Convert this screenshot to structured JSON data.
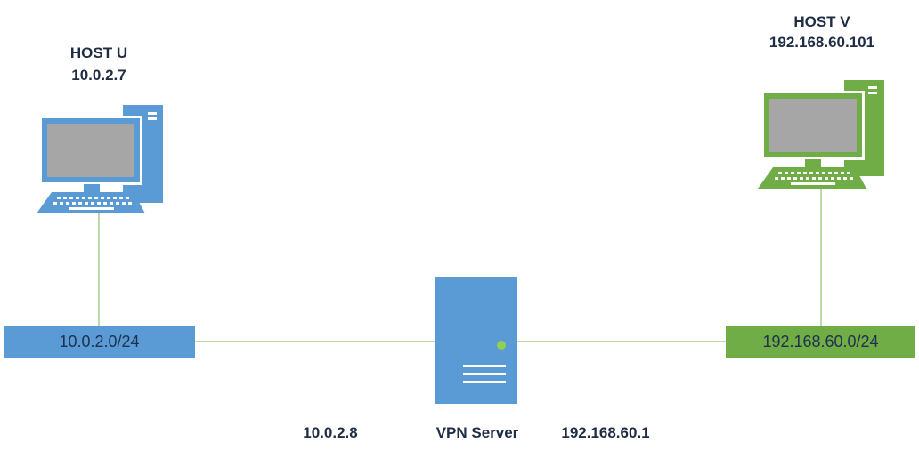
{
  "host_u": {
    "name": "HOST U",
    "ip": "10.0.2.7",
    "color": "#5b9bd5",
    "icon": "desktop-computer-icon"
  },
  "host_v": {
    "name": "HOST V",
    "ip": "192.168.60.101",
    "color": "#70ad47",
    "icon": "desktop-computer-icon"
  },
  "network_left": {
    "label": "10.0.2.0/24",
    "color": "#5b9bd5"
  },
  "network_right": {
    "label": "192.168.60.0/24",
    "color": "#70ad47"
  },
  "vpn_server": {
    "name": "VPN Server",
    "icon": "server-icon",
    "color": "#5b9bd5",
    "led_color": "#92d050",
    "left_ip": "10.0.2.8",
    "right_ip": "192.168.60.1"
  },
  "link_color": "#a9d18e"
}
